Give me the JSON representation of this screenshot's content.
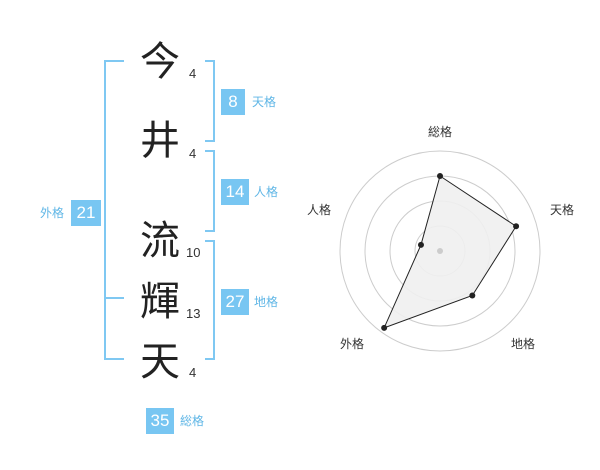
{
  "name": {
    "characters": [
      {
        "char": "今",
        "strokes": "4"
      },
      {
        "char": "井",
        "strokes": "4"
      },
      {
        "char": "流",
        "strokes": "10"
      },
      {
        "char": "輝",
        "strokes": "13"
      },
      {
        "char": "天",
        "strokes": "4"
      }
    ]
  },
  "scores": {
    "tenkaku": {
      "value": "8",
      "label": "天格"
    },
    "jinkaku": {
      "value": "14",
      "label": "人格"
    },
    "chikaku": {
      "value": "27",
      "label": "地格"
    },
    "gaikaku": {
      "value": "21",
      "label": "外格"
    },
    "soukaku": {
      "value": "35",
      "label": "総格"
    }
  },
  "colors": {
    "accent": "#78c6f2",
    "bracket": "#7fc8f2",
    "label": "#5fb6e6",
    "radar_fill": "#efefef",
    "radar_line": "#222222",
    "radar_ring": "#cccccc"
  },
  "chart_data": {
    "type": "radar",
    "axes": [
      "総格",
      "天格",
      "地格",
      "外格",
      "人格"
    ],
    "values": [
      0.75,
      0.8,
      0.55,
      0.95,
      0.2
    ],
    "range": [
      0,
      1
    ],
    "rings": 4
  }
}
